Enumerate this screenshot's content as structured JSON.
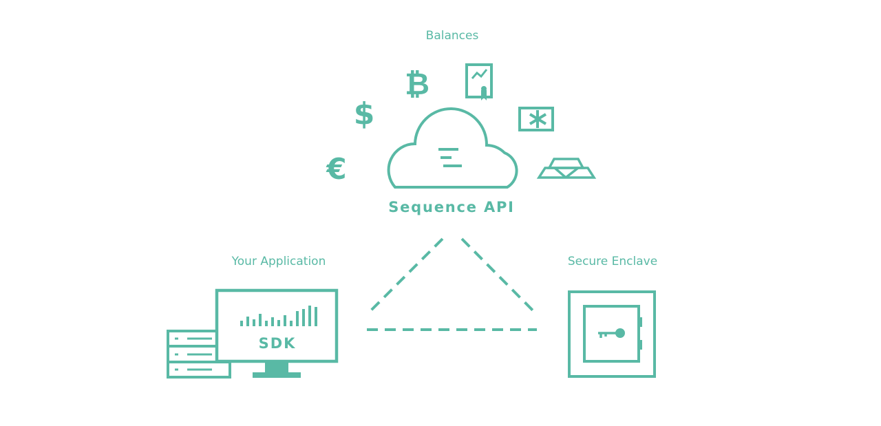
{
  "balances_label": "Balances",
  "api_label": "Sequence API",
  "app_label": "Your Application",
  "enclave_label": "Secure Enclave",
  "sdk_label": "SDK",
  "currency_glyphs": {
    "bitcoin": "₿",
    "dollar": "$",
    "euro": "€"
  },
  "colors": {
    "accent": "#59b9a5",
    "background": "#ffffff"
  },
  "icons": [
    "bitcoin-icon",
    "certificate-icon",
    "dollar-icon",
    "gift-card-icon",
    "euro-icon",
    "gold-bars-icon",
    "cloud-icon",
    "server-rack-icon",
    "monitor-icon",
    "safe-icon"
  ]
}
